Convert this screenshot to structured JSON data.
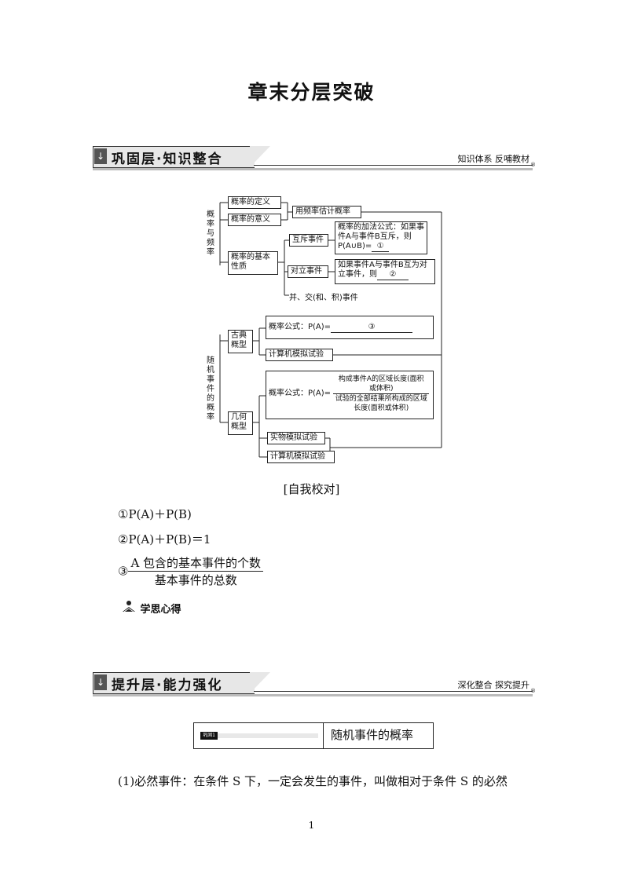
{
  "title": "章末分层突破",
  "section1": {
    "label": "巩固层·知识整合",
    "right": "知识体系 反哺教材",
    "reg": "®"
  },
  "section2": {
    "label": "提升层·能力强化",
    "right": "深化整合 探究提升",
    "reg": "®"
  },
  "diagram": {
    "root_top": "概率与频率",
    "root_bottom": "随机事件的概率",
    "def": "概率的定义",
    "meaning": "概率的意义",
    "estimate": "用频率估计概率",
    "basic": "概率的基本性质",
    "mutex": "互斥事件",
    "mutex_formula": "概率的加法公式：如果事件A与事件B互斥，则P(A∪B)=",
    "blank1": "①",
    "opposite": "对立事件",
    "opposite_formula": "如果事件A与事件B互为对立事件，则",
    "blank2": "②",
    "ops": "并、交(和、积)事件",
    "classical": "古典概型",
    "classical_formula": "概率公式：P(A)=",
    "blank3": "③",
    "sim1": "计算机模拟试验",
    "geometric": "几何概型",
    "geo_formula_prefix": "概率公式：P(A)=",
    "geo_num": "构成事件A的区域长度(面积或体积)",
    "geo_den": "试验的全部结果所构成的区域长度(面积或体积)",
    "sim2": "实物模拟试验",
    "sim3": "计算机模拟试验"
  },
  "self_check": "[自我校对]",
  "answers": {
    "a1": "①P(A)＋P(B)",
    "a2": "②P(A)＋P(B)＝1",
    "a3_mark": "③",
    "a3_num": "A 包含的基本事件的个数",
    "a3_den": "基本事件的总数"
  },
  "reflection": "学思心得",
  "topic": {
    "tag": "巩固1",
    "name": "随机事件的概率"
  },
  "paragraph": "(1)必然事件：在条件 S 下，一定会发生的事件，叫做相对于条件 S 的必然",
  "page_number": "1"
}
